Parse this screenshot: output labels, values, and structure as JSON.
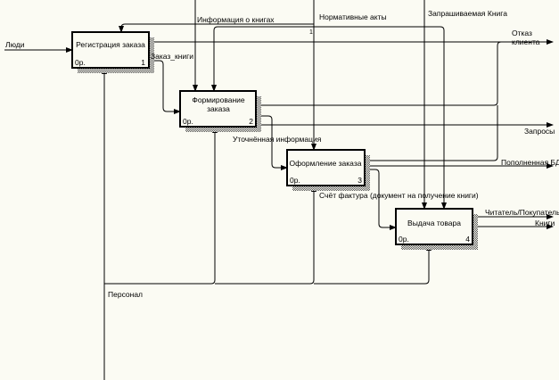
{
  "activities": [
    {
      "title_lines": [
        "Регистрация заказа"
      ],
      "cost": "0р.",
      "number": "1"
    },
    {
      "title_lines": [
        "Формирование",
        "заказа"
      ],
      "cost": "0р.",
      "number": "2"
    },
    {
      "title_lines": [
        "Оформление заказа"
      ],
      "cost": "0р.",
      "number": "3"
    },
    {
      "title_lines": [
        "Выдача товара"
      ],
      "cost": "0р.",
      "number": "4"
    }
  ],
  "arrows": {
    "people": "Люди",
    "book_info": "Информация о книгах",
    "regulations": "Нормативные акты",
    "requested_book": "Запрашиваемая Книга",
    "client_refusal_1": "Отказ",
    "client_refusal_2": "клиента",
    "book_order": "Заказ_книги",
    "requests": "Запросы",
    "refined_info": "Уточнённая информация",
    "updated_db": "Пополненная БД",
    "invoice": "Счёт фактура (документ на получение книги)",
    "reader_buyer": "Читатель/Покупатель",
    "books": "Книги",
    "staff": "Персонал",
    "tunnel_label": "1"
  }
}
